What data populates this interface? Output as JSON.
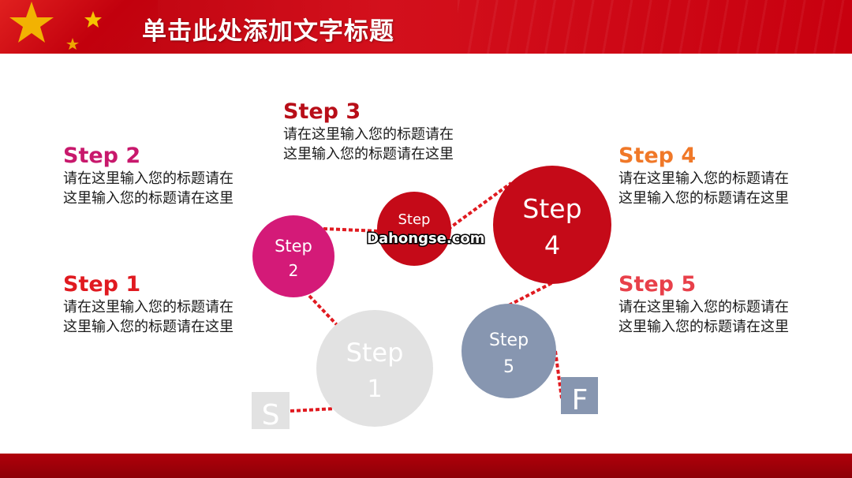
{
  "header": {
    "title": "单击此处添加文字标题"
  },
  "watermark": "Dahongse.com",
  "steps": [
    {
      "heading": "Step 1",
      "color": "#e01a20",
      "circle_color": "#e2e2e2",
      "circle_word": "Step",
      "circle_num": "1",
      "desc_line1": "请在这里输入您的标题请在",
      "desc_line2": "这里输入您的标题请在这里"
    },
    {
      "heading": "Step 2",
      "color": "#c8186c",
      "circle_color": "#d41a78",
      "circle_word": "Step",
      "circle_num": "2",
      "desc_line1": "请在这里输入您的标题请在",
      "desc_line2": "这里输入您的标题请在这里"
    },
    {
      "heading": "Step 3",
      "color": "#b80e18",
      "circle_color": "#c50a18",
      "circle_word": "Step",
      "circle_num": "",
      "desc_line1": "请在这里输入您的标题请在",
      "desc_line2": "这里输入您的标题请在这里"
    },
    {
      "heading": "Step 4",
      "color": "#f07828",
      "circle_color": "#c50a18",
      "circle_word": "Step",
      "circle_num": "4",
      "desc_line1": "请在这里输入您的标题请在",
      "desc_line2": "这里输入您的标题请在这里"
    },
    {
      "heading": "Step 5",
      "color": "#e8404a",
      "circle_color": "#8796b0",
      "circle_word": "Step",
      "circle_num": "5",
      "desc_line1": "请在这里输入您的标题请在",
      "desc_line2": "这里输入您的标题请在这里"
    }
  ],
  "start_box": {
    "label": "S",
    "color": "#e2e2e2"
  },
  "finish_box": {
    "label": "F",
    "color": "#8796b0"
  },
  "connector_color": "#e01a20"
}
